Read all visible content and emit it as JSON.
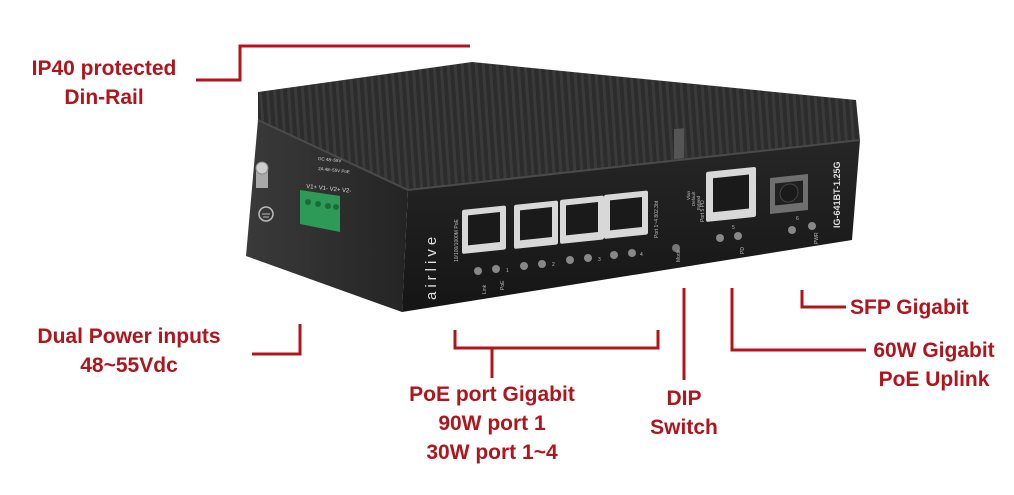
{
  "callouts": {
    "ip40": {
      "line1": "IP40 protected",
      "line2": "Din-Rail"
    },
    "power": {
      "line1": "Dual Power inputs",
      "line2": "48~55Vdc"
    },
    "poe": {
      "line1": "PoE port Gigabit",
      "line2": "90W port 1",
      "line3": "30W port 1~4"
    },
    "dip": {
      "line1": "DIP",
      "line2": "Switch"
    },
    "sfp": {
      "line1": "SFP Gigabit"
    },
    "uplink": {
      "line1": "60W Gigabit",
      "line2": "PoE Uplink"
    }
  },
  "device": {
    "brand": "airlive",
    "model": "IG-641BT-1.25G",
    "port_header": "10/100/1000M PoE",
    "port_range": "Port 1~4 802.3bt",
    "port_numbers": [
      "1",
      "2",
      "3",
      "4"
    ],
    "uplink_header": "Port 5 PD",
    "uplink_number": "5",
    "sfp_number": "6",
    "led_link": "Link",
    "led_poe": "PoE",
    "led_pd": "PD",
    "led_pwr": "PWR",
    "mode_label": "Mode",
    "dip_options": [
      "Vlan",
      "Default",
      "Extend"
    ],
    "terminal_label": "V1+ V1- V2+ V2-",
    "power_spec1": "DC 48~55V",
    "power_spec2": "2A 48~55V PoE"
  },
  "colors": {
    "accent": "#b3141c",
    "chassis_top": "#2b2b2b",
    "chassis_front": "#1c1c1c",
    "terminal": "#2e9a57"
  }
}
